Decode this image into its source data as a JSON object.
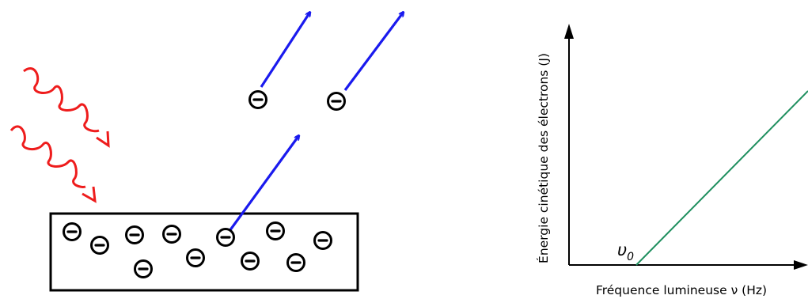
{
  "diagram": {
    "electron_symbol": "-",
    "graph": {
      "y_axis_label": "Énergie cinétique des électrons (J)",
      "x_axis_label": "Fréquence lumineuse ν (Hz)",
      "threshold_label": "υ",
      "threshold_subscript": "0"
    },
    "colors": {
      "light_wave": "#ee1c1c",
      "electron_path": "#1a1aee",
      "graph_line": "#1f8f5f",
      "ink": "#000000"
    }
  }
}
